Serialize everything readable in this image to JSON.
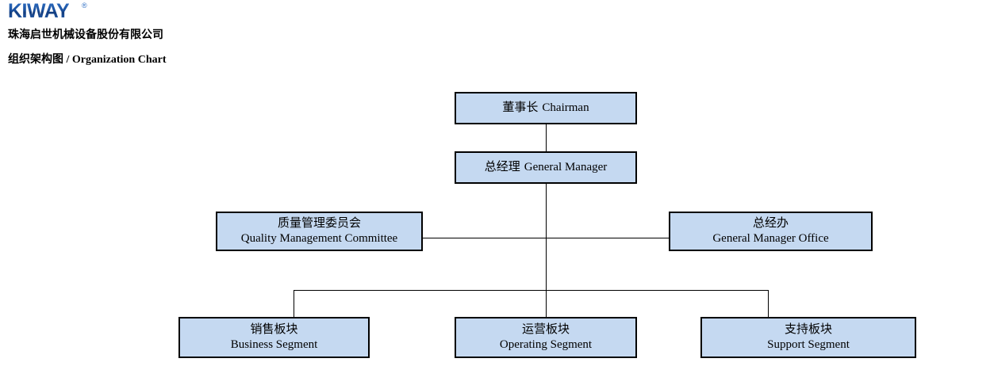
{
  "header": {
    "logo_text": "KIWAY",
    "logo_registered": "®",
    "company_name": "珠海启世机械设备股份有限公司",
    "title_cn": "组织架构图",
    "title_sep": " / ",
    "title_en": "Organization Chart"
  },
  "colors": {
    "node_fill": "#c5d9f1",
    "node_border": "#000000",
    "logo_blue": "#1a4f9c",
    "text": "#000000"
  },
  "chart": {
    "nodes": [
      {
        "id": "chairman",
        "cn": "董事长",
        "en": "Chairman",
        "layout": "inline"
      },
      {
        "id": "general-manager",
        "cn": "总经理",
        "en": "General Manager",
        "layout": "inline"
      },
      {
        "id": "quality-committee",
        "cn": "质量管理委员会",
        "en": "Quality Management Committee",
        "layout": "stacked"
      },
      {
        "id": "gm-office",
        "cn": "总经办",
        "en": "General Manager Office",
        "layout": "stacked"
      },
      {
        "id": "business-segment",
        "cn": "销售板块",
        "en": "Business Segment",
        "layout": "stacked"
      },
      {
        "id": "operating-segment",
        "cn": "运营板块",
        "en": "Operating Segment",
        "layout": "stacked"
      },
      {
        "id": "support-segment",
        "cn": "支持板块",
        "en": "Support Segment",
        "layout": "stacked"
      }
    ]
  }
}
